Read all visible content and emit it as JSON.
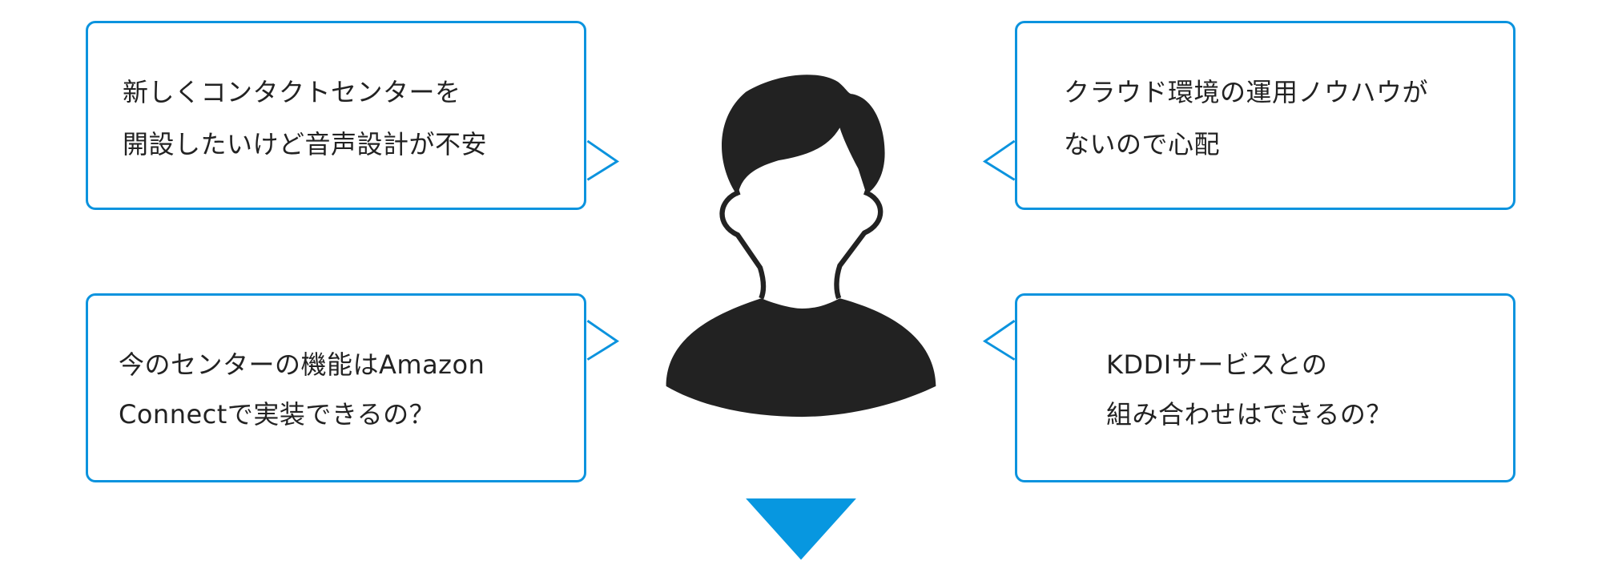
{
  "bubbles": [
    {
      "lines": [
        "新しくコンタクトセンターを",
        "開設したいけど音声設計が不安"
      ]
    },
    {
      "lines": [
        "クラウド環境の運用ノウハウが",
        "ないので心配"
      ]
    },
    {
      "lines": [
        "今のセンターの機能はAmazon",
        "Connectで実装できるの？"
      ]
    },
    {
      "lines": [
        "KDDIサービスとの",
        "組み合わせはできるの？"
      ]
    }
  ],
  "colors": {
    "accent": "#0b93de",
    "arrow": "#0797e0",
    "silhouette": "#222222"
  }
}
